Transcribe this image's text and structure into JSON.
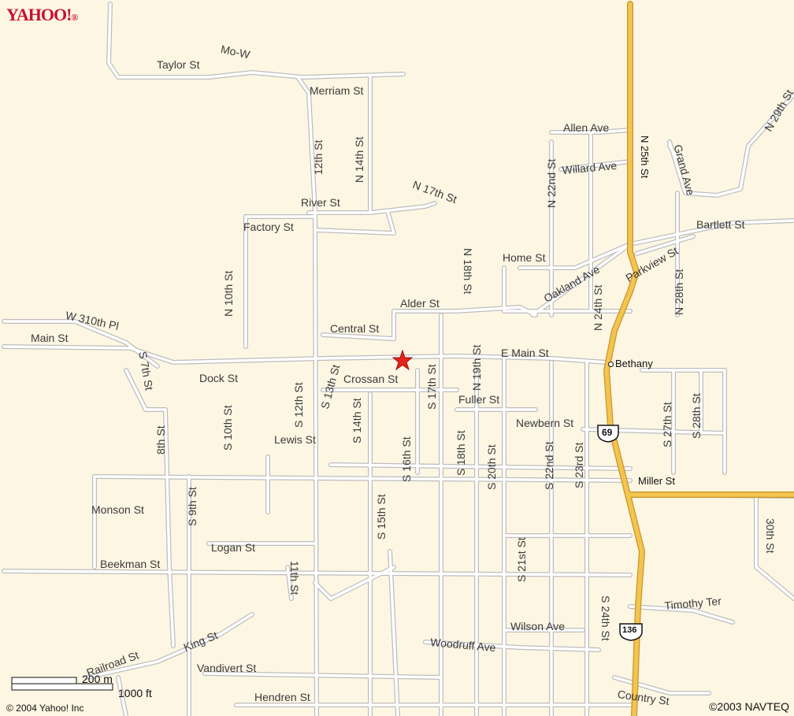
{
  "brand": {
    "logo": "YAHOO!",
    "logo_mark": "®"
  },
  "copyright": "© 2004 Yahoo! Inc",
  "provider": "©2003 NAVTEQ",
  "scale": {
    "metric": "200 m",
    "imperial": "1000 ft"
  },
  "location": {
    "name": "Bethany",
    "marker": "star-marker"
  },
  "highways": [
    "69",
    "136"
  ],
  "streets": [
    "Mo-W",
    "Taylor St",
    "Merriam St",
    "12th St",
    "N 14th St",
    "River St",
    "N 17th St",
    "Factory St",
    "N 10th St",
    "Allen Ave",
    "N 22nd St",
    "N 25th St",
    "Willard Ave",
    "Grand Ave",
    "N 29th St",
    "Bartlett St",
    "Home St",
    "N 18th St",
    "Oakland Ave",
    "Parkview St",
    "N 24th St",
    "N 28th St",
    "Alder St",
    "W 310th Pl",
    "Main St",
    "Central St",
    "E Main St",
    "S 7th St",
    "Dock St",
    "S 12th St",
    "S 13th St",
    "Crossan St",
    "S 14th St",
    "S 17th St",
    "N 19th St",
    "Fuller St",
    "Newbern St",
    "S 27th St",
    "S 28th St",
    "8th St",
    "S 10th St",
    "Lewis St",
    "S 16th St",
    "S 18th St",
    "S 20th St",
    "S 22nd St",
    "S 23rd St",
    "Miller St",
    "S 15th St",
    "S 9th St",
    "Monson St",
    "30th St",
    "Logan St",
    "S 21st St",
    "Beekman St",
    "11th St",
    "Timothy Ter",
    "Wilson Ave",
    "S 24th St",
    "King St",
    "Railroad St",
    "Woodruff Ave",
    "Vandivert St",
    "Hendren St",
    "Country St"
  ],
  "colors": {
    "background": "#fdf6e3",
    "street_fill": "#ffffff",
    "street_casing": "#bdbdbd",
    "highway_fill": "#f3c44f",
    "highway_casing": "#c9962a",
    "marker": "#e4221b",
    "logo": "#c8102e"
  }
}
